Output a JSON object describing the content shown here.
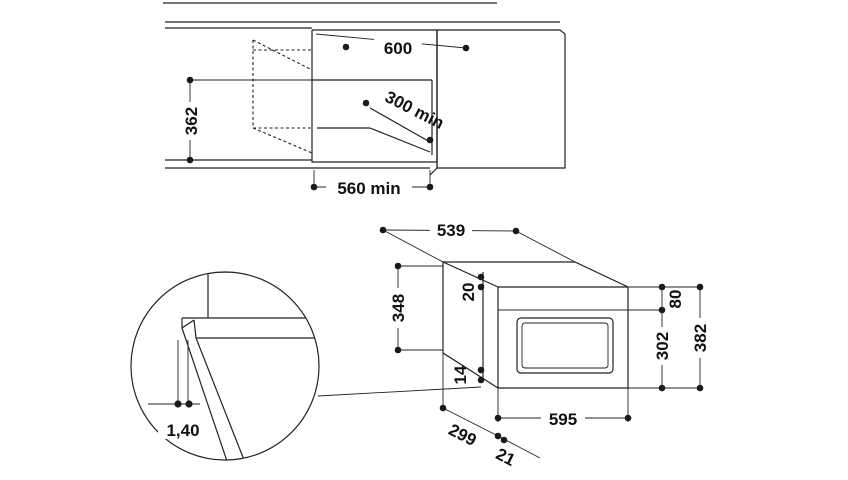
{
  "top_view": {
    "dim_width": "600",
    "dim_height": "362",
    "dim_depth": "300 min",
    "dim_niche_width": "560 min"
  },
  "appliance_view": {
    "dim_depth_top": "539",
    "dim_side_height": "348",
    "dim_top_offset": "20",
    "dim_bottom_offset": "14",
    "dim_panel_top": "80",
    "dim_door_height": "302",
    "dim_total_height": "382",
    "dim_width": "595",
    "dim_depth_side": "299",
    "dim_frame": "21"
  },
  "detail_view": {
    "dim_gap": "1,40"
  },
  "colors": {
    "line": "#222222",
    "background": "#ffffff"
  }
}
